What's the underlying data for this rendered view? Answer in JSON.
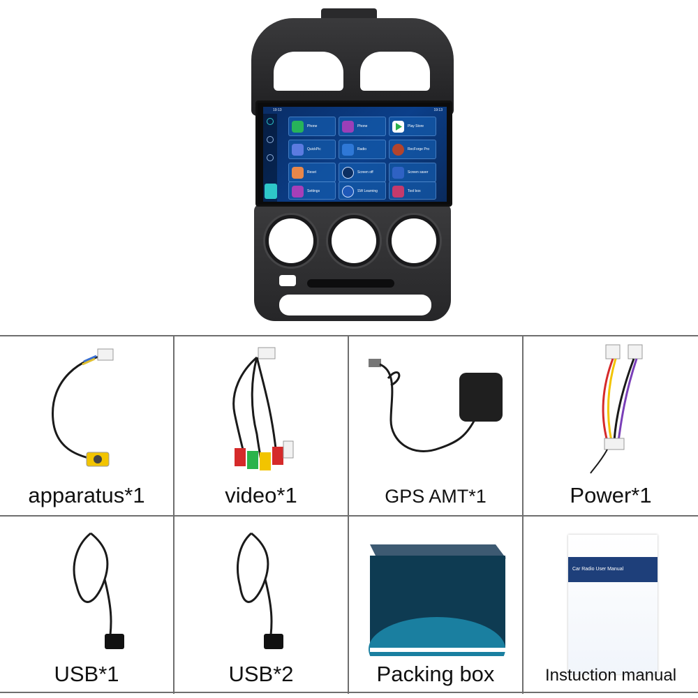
{
  "screen": {
    "time_left": "19:13",
    "time_right": "19:13",
    "apps": [
      {
        "label": "Phone",
        "icon": "phone-icon",
        "color": "#27b35a"
      },
      {
        "label": "Phone",
        "icon": "phone-icon",
        "color": "#9b3fb8"
      },
      {
        "label": "Play Store",
        "icon": "play-store-icon",
        "color": "#ffffff"
      },
      {
        "label": "QuickPic",
        "icon": "gallery-icon",
        "color": "#5b7be0"
      },
      {
        "label": "Radio",
        "icon": "radio-icon",
        "color": "#2f78d6"
      },
      {
        "label": "RecForge Pro",
        "icon": "microphone-icon",
        "color": "#b3442c"
      },
      {
        "label": "Reset",
        "icon": "reset-icon",
        "color": "#e8874a"
      },
      {
        "label": "Screen off",
        "icon": "power-icon",
        "color": "#0c2f63"
      },
      {
        "label": "Screen saver",
        "icon": "screen-saver-icon",
        "color": "#2f62c4"
      },
      {
        "label": "Settings",
        "icon": "gear-icon",
        "color": "#a63fb8"
      },
      {
        "label": "SW Learning",
        "icon": "steering-wheel-icon",
        "color": "#1e58b8"
      },
      {
        "label": "Tool box",
        "icon": "toolbox-icon",
        "color": "#c43a6c"
      }
    ]
  },
  "accessories": [
    {
      "caption": "apparatus*1"
    },
    {
      "caption": "video*1"
    },
    {
      "caption": "GPS AMT*1"
    },
    {
      "caption": "Power*1"
    },
    {
      "caption": "USB*1"
    },
    {
      "caption": "USB*2"
    },
    {
      "caption": "Packing box"
    },
    {
      "caption": "Instuction manual"
    }
  ],
  "manual_cover": {
    "title": "Car Radio User Manual"
  }
}
